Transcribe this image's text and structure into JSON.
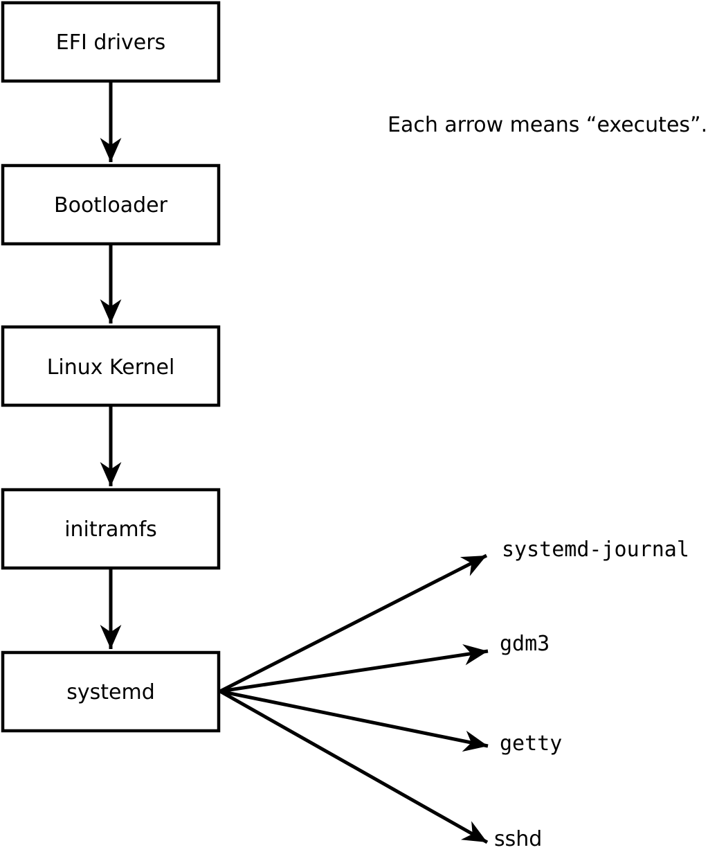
{
  "diagram": {
    "caption": "Each arrow means “executes”.",
    "arrow_meaning": "executes",
    "boot_chain": {
      "boxes": [
        {
          "label": "EFI drivers"
        },
        {
          "label": "Bootloader"
        },
        {
          "label": "Linux Kernel"
        },
        {
          "label": "initramfs"
        },
        {
          "label": "systemd"
        }
      ]
    },
    "systemd_children": [
      {
        "label": "systemd-journal"
      },
      {
        "label": "gdm3"
      },
      {
        "label": "getty"
      },
      {
        "label": "sshd"
      }
    ],
    "colors": {
      "line": "#000000",
      "box_fill": "#ffffff",
      "text": "#000000",
      "background": "#ffffff"
    }
  }
}
